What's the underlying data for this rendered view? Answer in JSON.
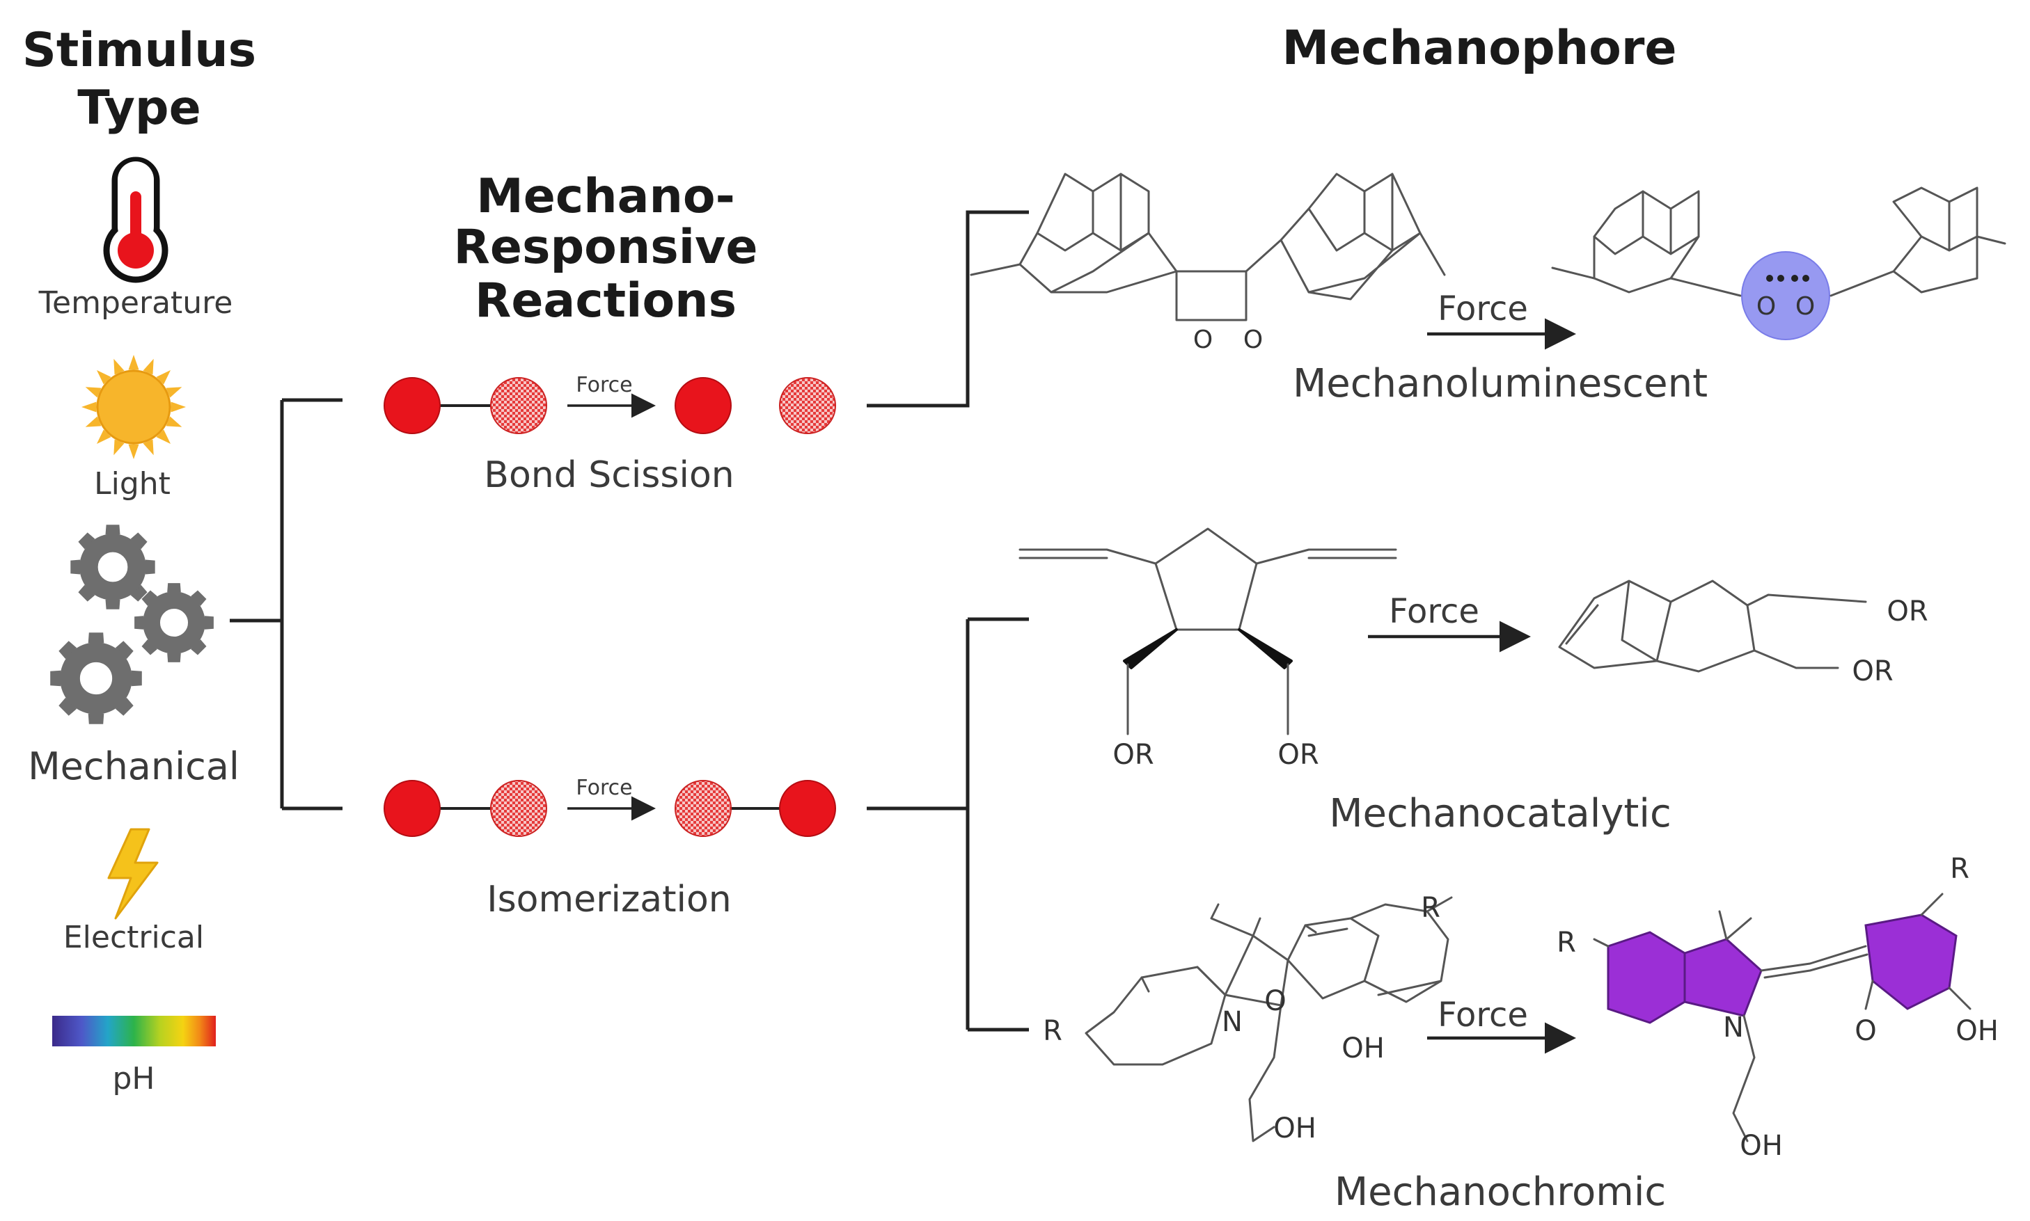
{
  "headers": {
    "stimulus_line1": "Stimulus",
    "stimulus_line2": "Type",
    "reactions_line1": "Mechano-",
    "reactions_line2": "Responsive",
    "reactions_line3": "Reactions",
    "mechanophore": "Mechanophore"
  },
  "stimuli": {
    "temperature": "Temperature",
    "light": "Light",
    "mechanical": "Mechanical",
    "electrical": "Electrical",
    "ph": "pH"
  },
  "reactions": {
    "bond_scission": {
      "label": "Bond Scission",
      "arrow_label": "Force"
    },
    "isomerization": {
      "label": "Isomerization",
      "arrow_label": "Force"
    }
  },
  "mechanophores": {
    "luminescent": {
      "label": "Mechanoluminescent",
      "arrow_label": "Force",
      "atom_o1": "O",
      "atom_o2": "O",
      "atom_o3": "O",
      "atom_o4": "O"
    },
    "catalytic": {
      "label": "Mechanocatalytic",
      "arrow_label": "Force",
      "group_1": "OR",
      "group_2": "OR",
      "group_3": "OR",
      "group_4": "OR"
    },
    "chromic": {
      "label": "Mechanochromic",
      "arrow_label": "Force",
      "r1": "R",
      "r2": "R",
      "r3": "R",
      "r4": "R",
      "n1": "N",
      "o1": "O",
      "oh1": "OH",
      "oh2": "OH",
      "n2": "N",
      "o2": "O",
      "oh3": "OH",
      "oh4": "OH"
    }
  },
  "colors": {
    "atom_red": "#e8141c",
    "thermometer_red": "#e8141c",
    "sun": "#f7b52b",
    "gear": "#6e6e6e",
    "bolt": "#f5c21b",
    "highlight_blue": "#8c8ef0",
    "highlight_purple": "#9b2fd6"
  },
  "icons": [
    "thermometer-icon",
    "sun-icon",
    "gears-icon",
    "lightning-bolt-icon",
    "ph-spectrum-icon"
  ]
}
